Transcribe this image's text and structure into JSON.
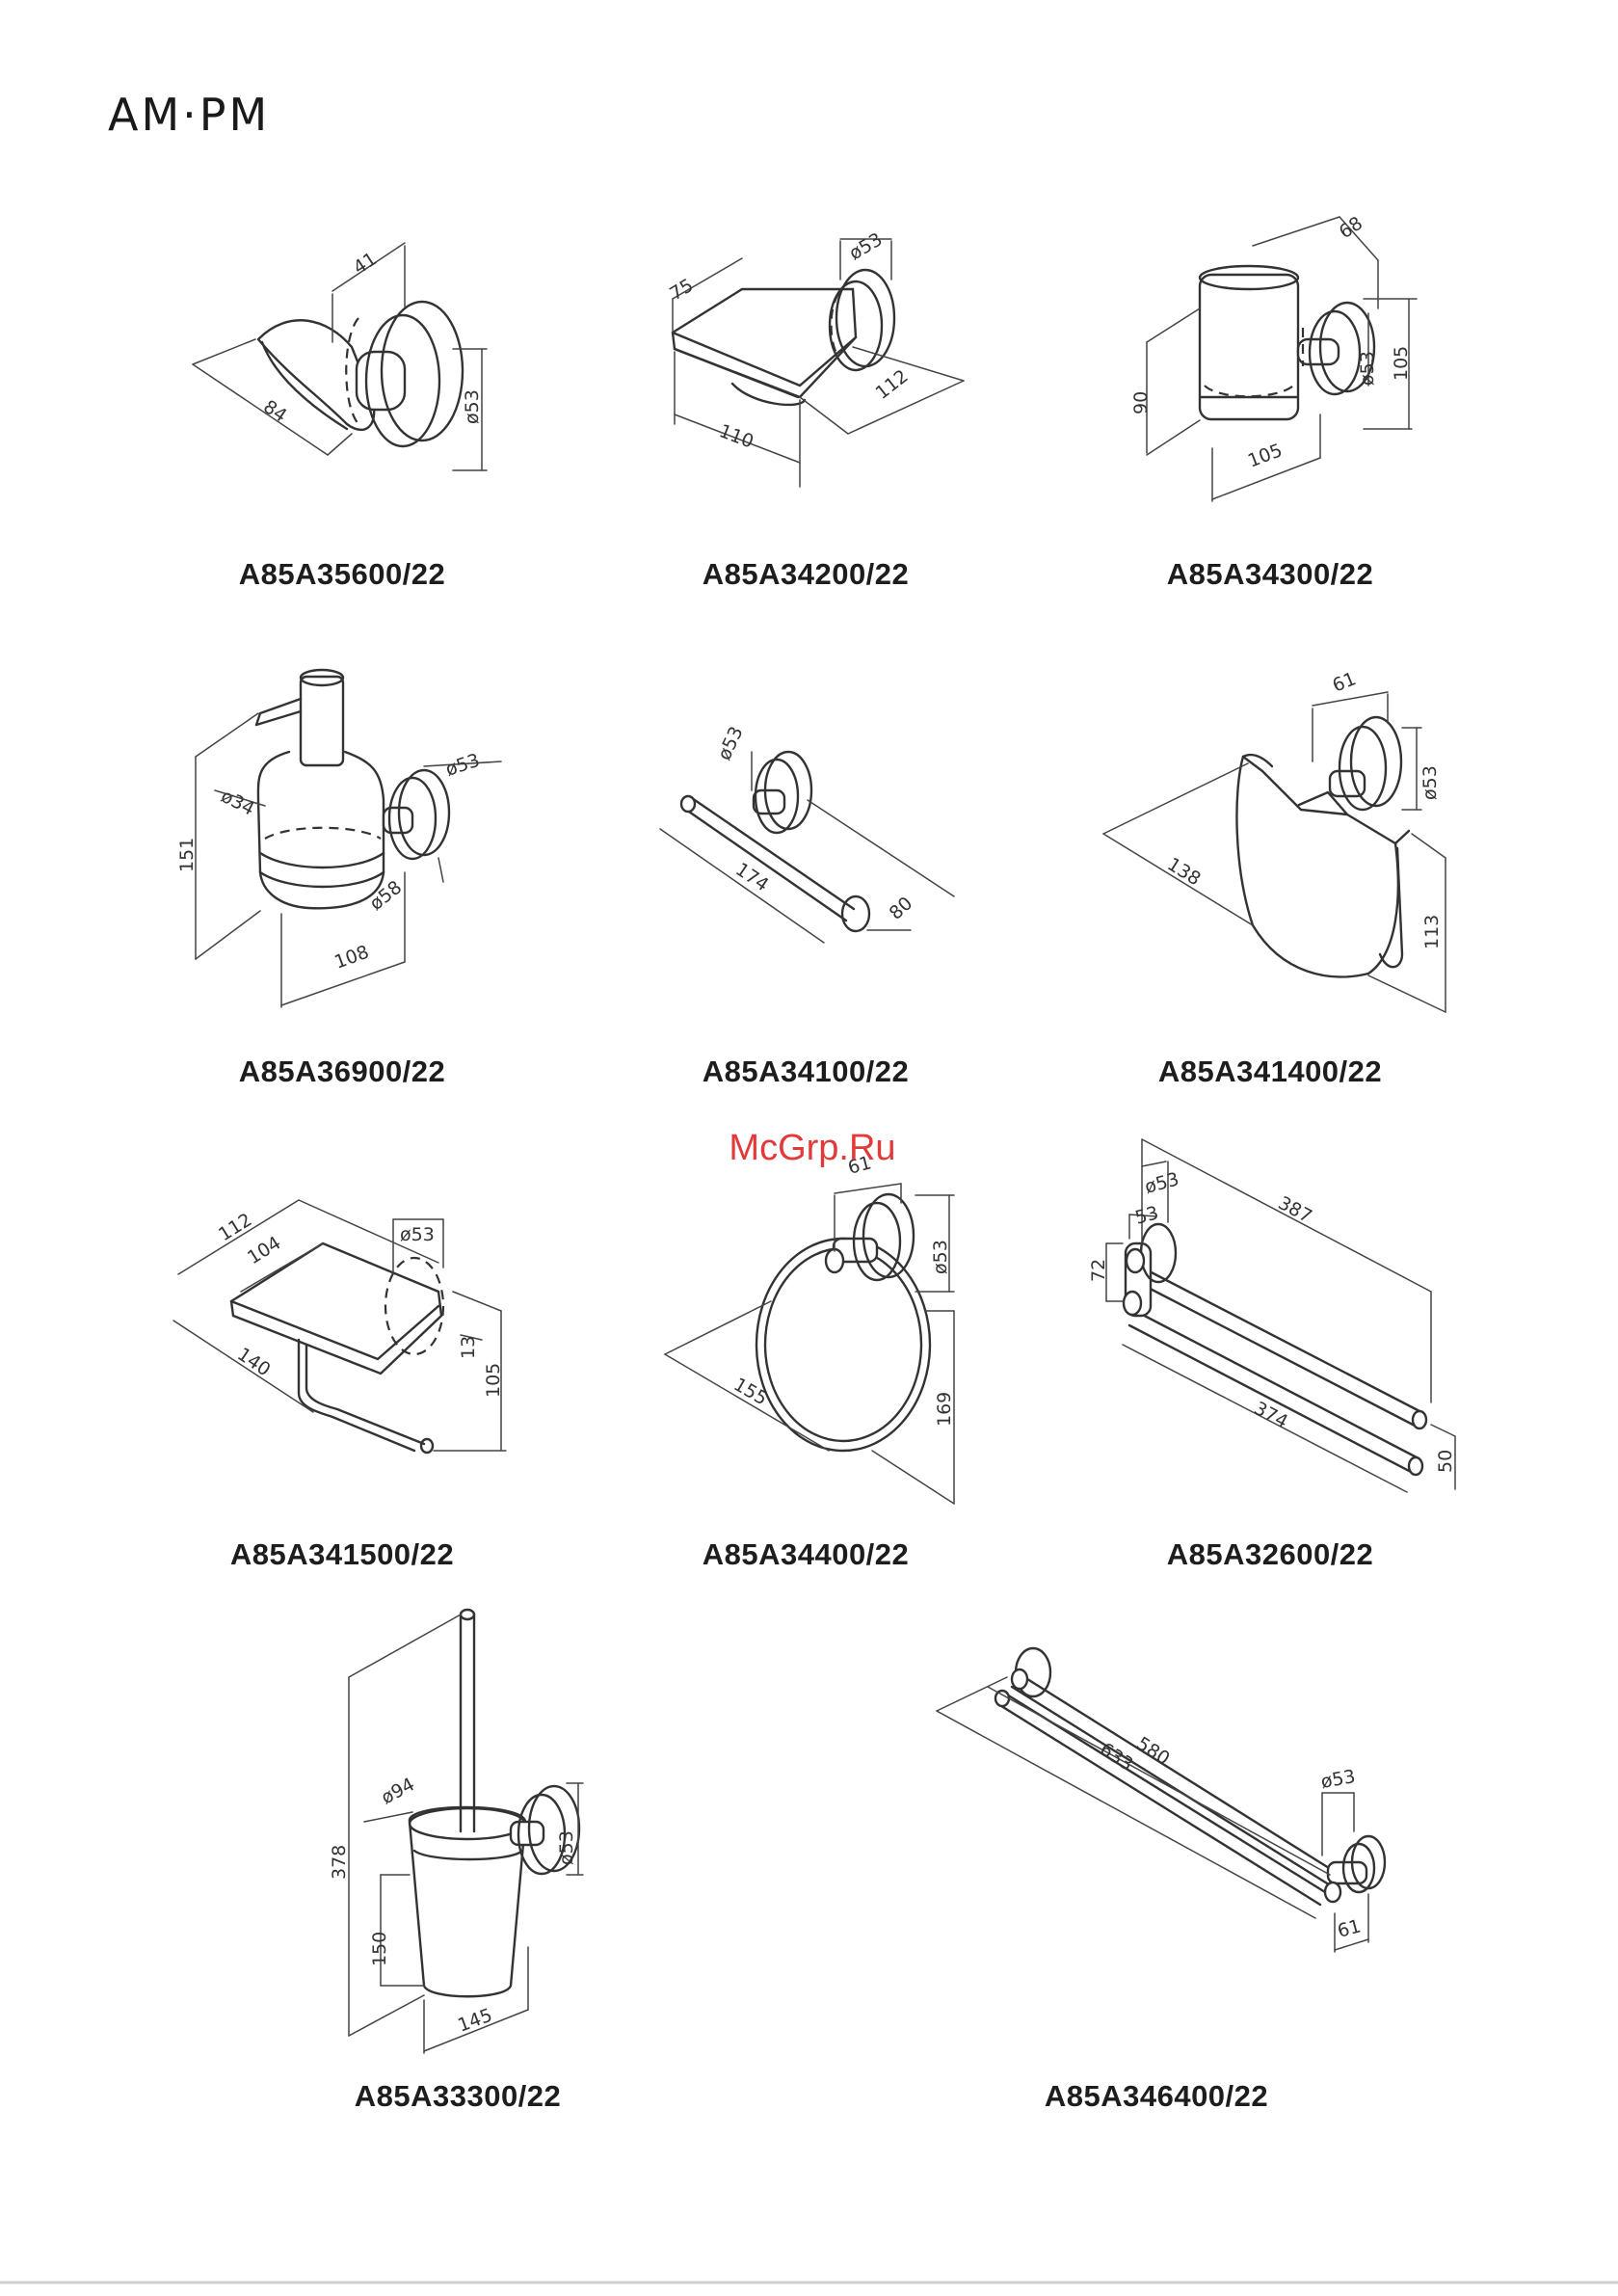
{
  "brand": {
    "logo_text": "AM·PM",
    "watermark": "McGrp.Ru"
  },
  "products": [
    {
      "code": "A85A35600/22",
      "dims": [
        "41",
        "84",
        "ø53"
      ]
    },
    {
      "code": "A85A34200/22",
      "dims": [
        "75",
        "ø53",
        "112",
        "110"
      ]
    },
    {
      "code": "A85A34300/22",
      "dims": [
        "68",
        "105",
        "ø53",
        "90",
        "105"
      ]
    },
    {
      "code": "A85A36900/22",
      "dims": [
        "ø53",
        "ø34",
        "151",
        "ø58",
        "108"
      ]
    },
    {
      "code": "A85A34100/22",
      "dims": [
        "ø53",
        "174",
        "80"
      ]
    },
    {
      "code": "A85A341400/22",
      "dims": [
        "61",
        "ø53",
        "138",
        "113"
      ]
    },
    {
      "code": "A85A341500/22",
      "dims": [
        "112",
        "104",
        "ø53",
        "13",
        "140",
        "105"
      ]
    },
    {
      "code": "A85A34400/22",
      "dims": [
        "61",
        "ø53",
        "155",
        "169"
      ]
    },
    {
      "code": "A85A32600/22",
      "dims": [
        "ø53",
        "53",
        "72",
        "387",
        "374",
        "50"
      ]
    },
    {
      "code": "A85A33300/22",
      "dims": [
        "378",
        "ø94",
        "ø53",
        "150",
        "145"
      ]
    },
    {
      "code": "A85A346400/22",
      "dims": [
        "580",
        "633",
        "ø53",
        "61"
      ]
    }
  ]
}
